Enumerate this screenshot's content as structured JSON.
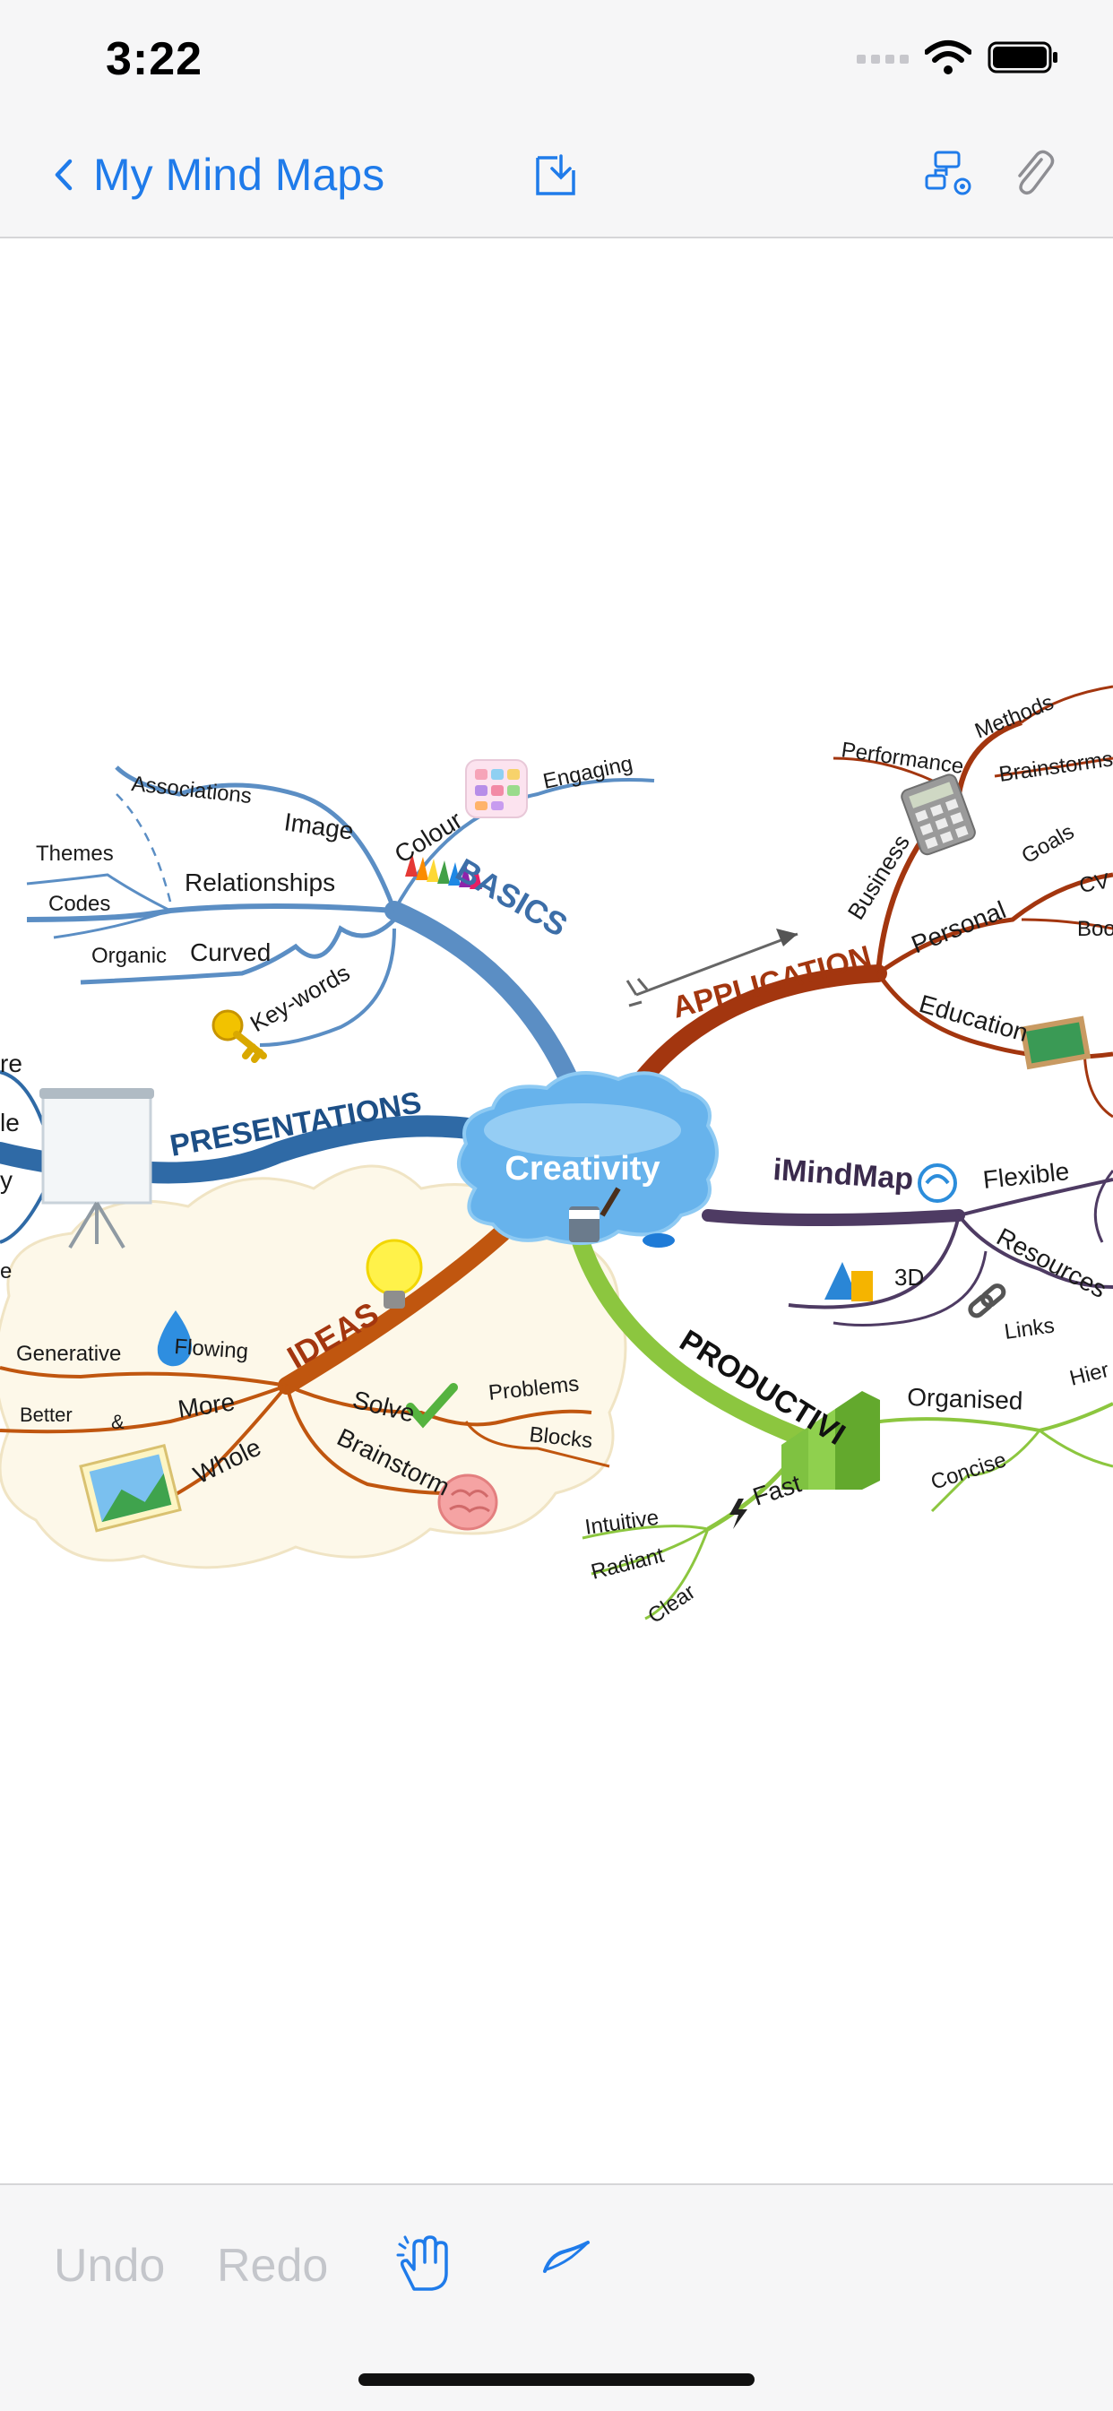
{
  "status": {
    "time": "3:22"
  },
  "nav": {
    "back_label": "My Mind Maps"
  },
  "map": {
    "central": "Creativity",
    "branches": {
      "basics": "BASICS",
      "application": "APPLICATION",
      "presentations": "PRESENTATIONS",
      "ideas": "IDEAS",
      "imindmap": "iMindMap",
      "productivity": "PRODUCTIVI"
    },
    "labels": {
      "associations": "Associations",
      "image": "Image",
      "colour": "Colour",
      "engaging": "Engaging",
      "themes": "Themes",
      "relationships": "Relationships",
      "codes": "Codes",
      "organic": "Organic",
      "curved": "Curved",
      "keywords": "Key-words",
      "performance": "Performance",
      "methods": "Methods",
      "brainstorms": "Brainstorms",
      "business": "Business",
      "goals": "Goals",
      "cv": "CV",
      "personal": "Personal",
      "boo": "Boo",
      "education": "Education",
      "flexible": "Flexible",
      "resources": "Resources",
      "d3": "3D",
      "links": "Links",
      "organised": "Organised",
      "hier": "Hier",
      "concise": "Concise",
      "fast": "Fast",
      "intuitive": "Intuitive",
      "radiant": "Radiant",
      "clear": "Clear",
      "generative": "Generative",
      "flowing": "Flowing",
      "more": "More",
      "better": "Better",
      "amp": "&",
      "whole": "Whole",
      "solve": "Solve",
      "problems": "Problems",
      "blocks": "Blocks",
      "brainstorm": "Brainstorm",
      "re": "re",
      "le": "le",
      "y": "y",
      "e": "e"
    }
  },
  "toolbar": {
    "undo": "Undo",
    "redo": "Redo"
  },
  "colors": {
    "accent": "#1f7bea",
    "basics": "#5b8ec4",
    "application": "#a3360f",
    "presentations": "#2f6aa6",
    "ideas": "#c0560f",
    "imindmap": "#4e3b63",
    "productivity": "#8cc63f"
  }
}
